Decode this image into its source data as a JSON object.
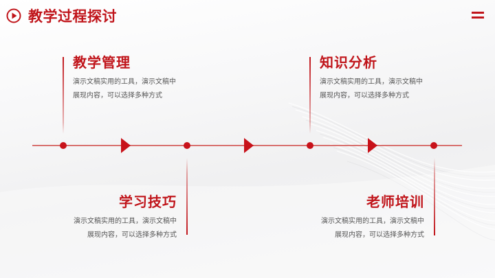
{
  "header": {
    "title": "教学过程探讨",
    "icon": "play-circle-icon",
    "menu_icon": "menu-icon"
  },
  "colors": {
    "accent": "#c0141a",
    "line": "#d8716f",
    "body_text": "#555555",
    "background": "#f4f4f5"
  },
  "timeline": {
    "steps": [
      {
        "title": "教学管理",
        "lines": [
          "演示文稿实用的工具，演示文稿中",
          "展现内容，可以选择多种方式"
        ],
        "position": "top"
      },
      {
        "title": "学习技巧",
        "lines": [
          "演示文稿实用的工具，演示文稿中",
          "展现内容，可以选择多种方式"
        ],
        "position": "bottom"
      },
      {
        "title": "知识分析",
        "lines": [
          "演示文稿实用的工具，演示文稿中",
          "展现内容，可以选择多种方式"
        ],
        "position": "top"
      },
      {
        "title": "老师培训",
        "lines": [
          "演示文稿实用的工具，演示文稿中",
          "展现内容，可以选择多种方式"
        ],
        "position": "bottom"
      }
    ]
  }
}
